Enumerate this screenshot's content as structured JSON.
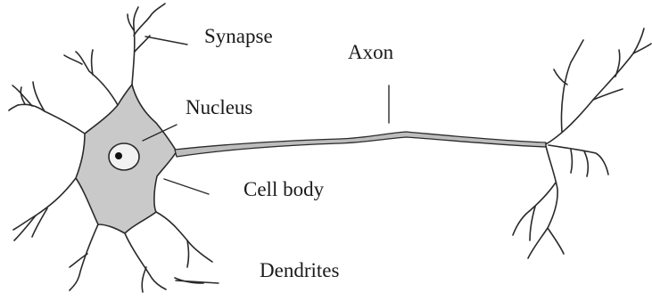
{
  "labels": {
    "synapse": "Synapse",
    "axon": "Axon",
    "nucleus": "Nucleus",
    "cell_body": "Cell body",
    "dendrites": "Dendrites"
  },
  "colors": {
    "ink": "#2a2a2a",
    "cell_fill": "#c9c9c9",
    "axon_fill": "#bdbdbd",
    "nucleus_fill": "#f2f2f2",
    "nucleolus": "#111111"
  }
}
